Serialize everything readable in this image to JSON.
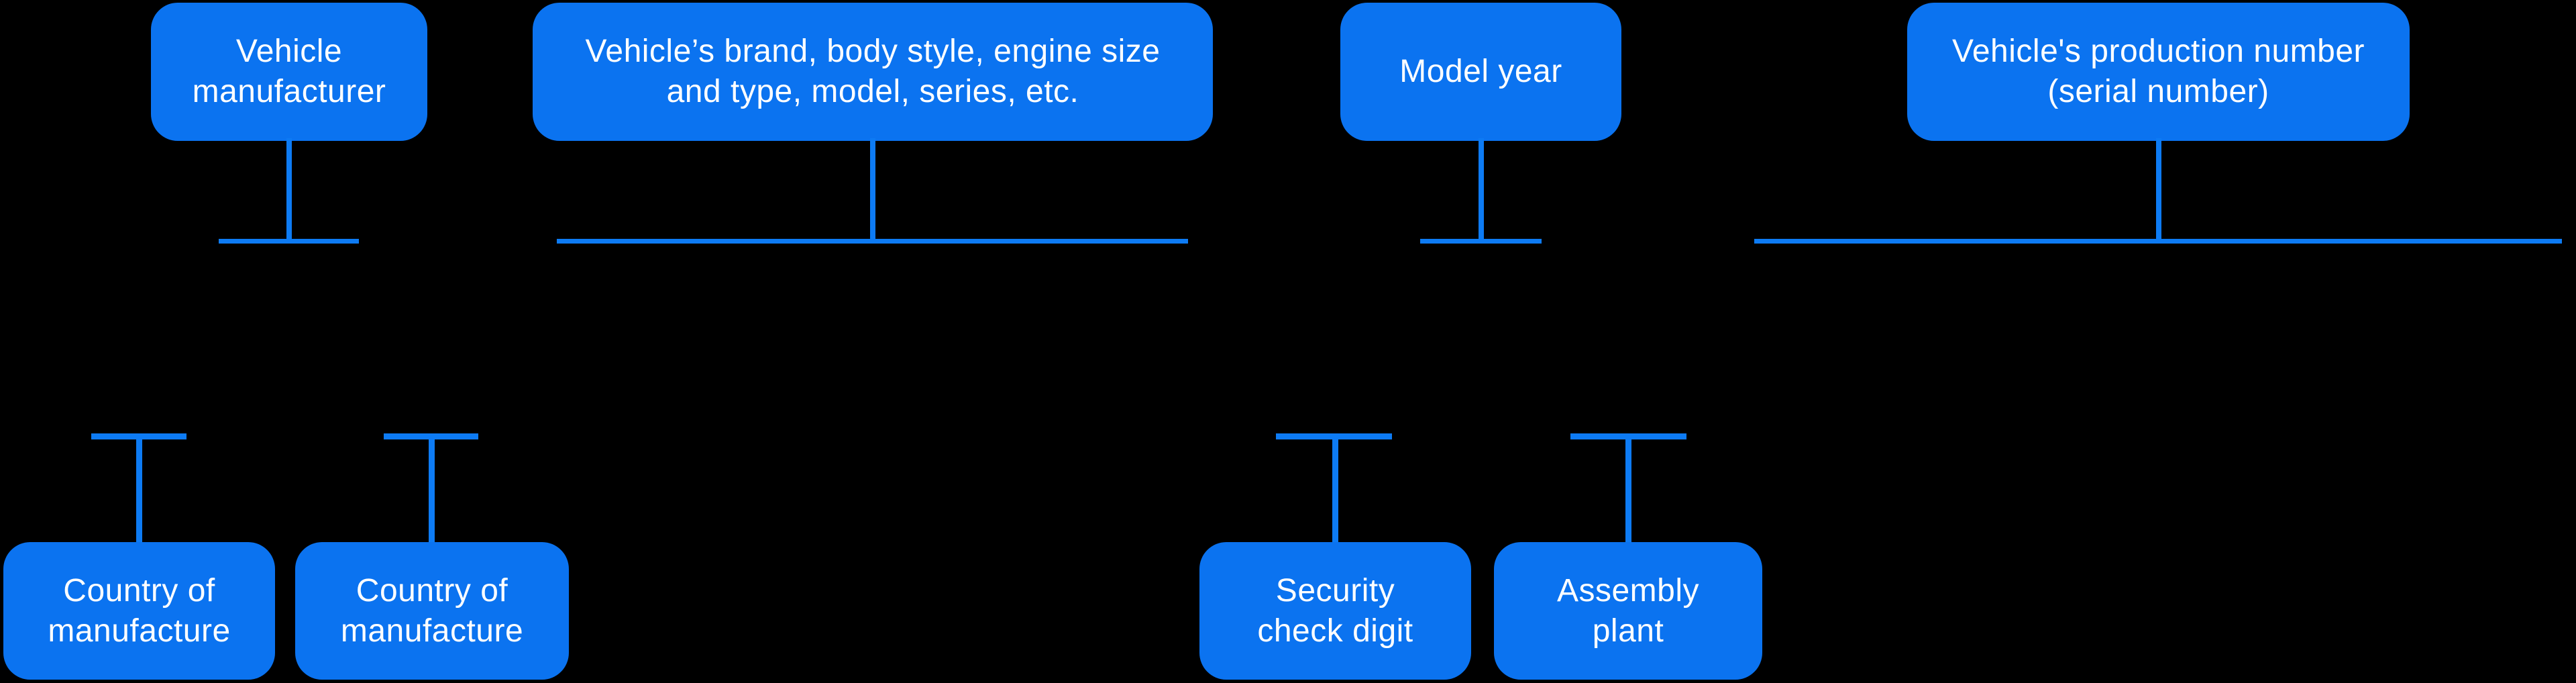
{
  "colors": {
    "background": "#000000",
    "box_fill": "#0B73F0",
    "connector": "#0D7BF4",
    "text": "#FFFFFF"
  },
  "diagram": {
    "name": "VIN structure diagram",
    "top_nodes": [
      {
        "id": "vehicle-manufacturer",
        "label": "Vehicle manufacturer",
        "lines": [
          "Vehicle",
          "manufacturer"
        ]
      },
      {
        "id": "vehicle-descriptor",
        "label": "Vehicle’s brand, body style, engine size and type, model, series, etc.",
        "lines": [
          "Vehicle’s brand, body style, engine size",
          "and type, model, series, etc."
        ]
      },
      {
        "id": "model-year",
        "label": "Model year",
        "lines": [
          "Model year"
        ]
      },
      {
        "id": "production-number",
        "label": "Vehicle's production number (serial number)",
        "lines": [
          "Vehicle's production number",
          "(serial number)"
        ]
      }
    ],
    "bottom_nodes": [
      {
        "id": "country-of-manufacture-1",
        "label": "Country of manufacture",
        "lines": [
          "Country of",
          "manufacture"
        ]
      },
      {
        "id": "country-of-manufacture-2",
        "label": "Country of manufacture",
        "lines": [
          "Country of",
          "manufacture"
        ]
      },
      {
        "id": "security-check-digit",
        "label": "Security check digit",
        "lines": [
          "Security",
          "check digit"
        ]
      },
      {
        "id": "assembly-plant",
        "label": "Assembly plant",
        "lines": [
          "Assembly",
          "plant"
        ]
      }
    ]
  }
}
